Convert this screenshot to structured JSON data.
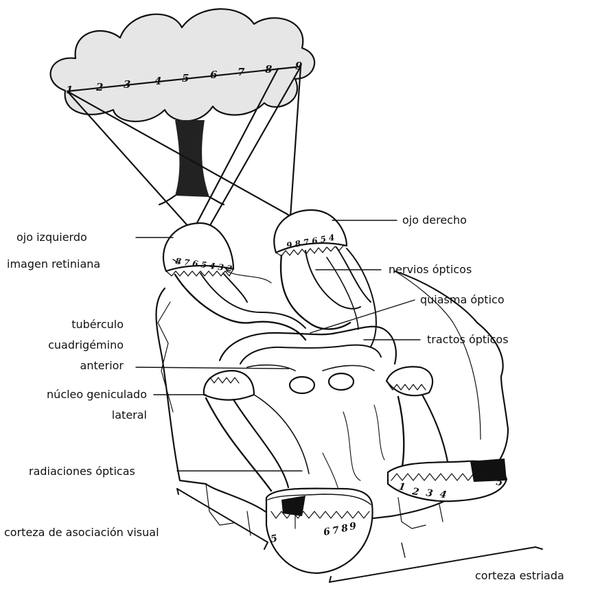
{
  "labels": {
    "ojo_izquierdo": "ojo izquierdo",
    "imagen_retiniana": "imagen retiniana",
    "tuberculo_1": "tubérculo",
    "tuberculo_2": "cuadrigémino",
    "tuberculo_3": "anterior",
    "nucleo_1": "núcleo geniculado",
    "nucleo_2": "lateral",
    "radiaciones": "radiaciones ópticas",
    "corteza_asociacion": "corteza de asociación visual",
    "ojo_derecho": "ojo derecho",
    "nervios": "nervios ópticos",
    "quiasma": "quiasma óptico",
    "tractos": "tractos ópticos",
    "corteza_estriada": "corteza estriada"
  },
  "scene_numbers": [
    "1",
    "2",
    "3",
    "4",
    "5",
    "6",
    "7",
    "8",
    "9"
  ],
  "left_retina_numbers": "8 7 6 5 4 3 2",
  "right_retina_numbers": "9 8 7 6 5 4",
  "left_cortex_numbers": [
    "5",
    "6",
    "7",
    "8",
    "9"
  ],
  "right_cortex_numbers": [
    "1",
    "2",
    "3",
    "4",
    "5"
  ],
  "colors": {
    "ink": "#111111",
    "crown_fill": "#e6e6e6",
    "background": "#ffffff"
  }
}
